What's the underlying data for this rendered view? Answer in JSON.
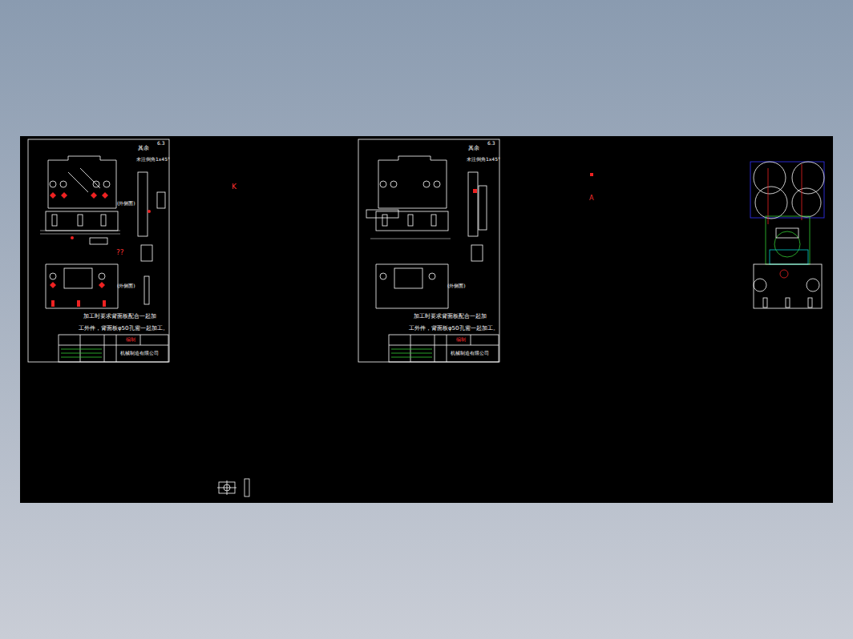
{
  "diagram": {
    "labels": [
      "其余",
      "6.3",
      "未注倒角1x45°",
      "(外侧面)",
      "K",
      "??",
      "(外侧面)",
      "加工时要求背面板配合一起加",
      "工外件，背面板φ50孔需一起加工。",
      "编制",
      "机械制造有限公司",
      "其余",
      "6.3",
      "未注倒角1x45°",
      "A",
      "(外侧面)",
      "加工时要求背面板配合一起加",
      "工外件，背面板φ50孔需一起加工。",
      "编制",
      "机械制造有限公司"
    ]
  }
}
